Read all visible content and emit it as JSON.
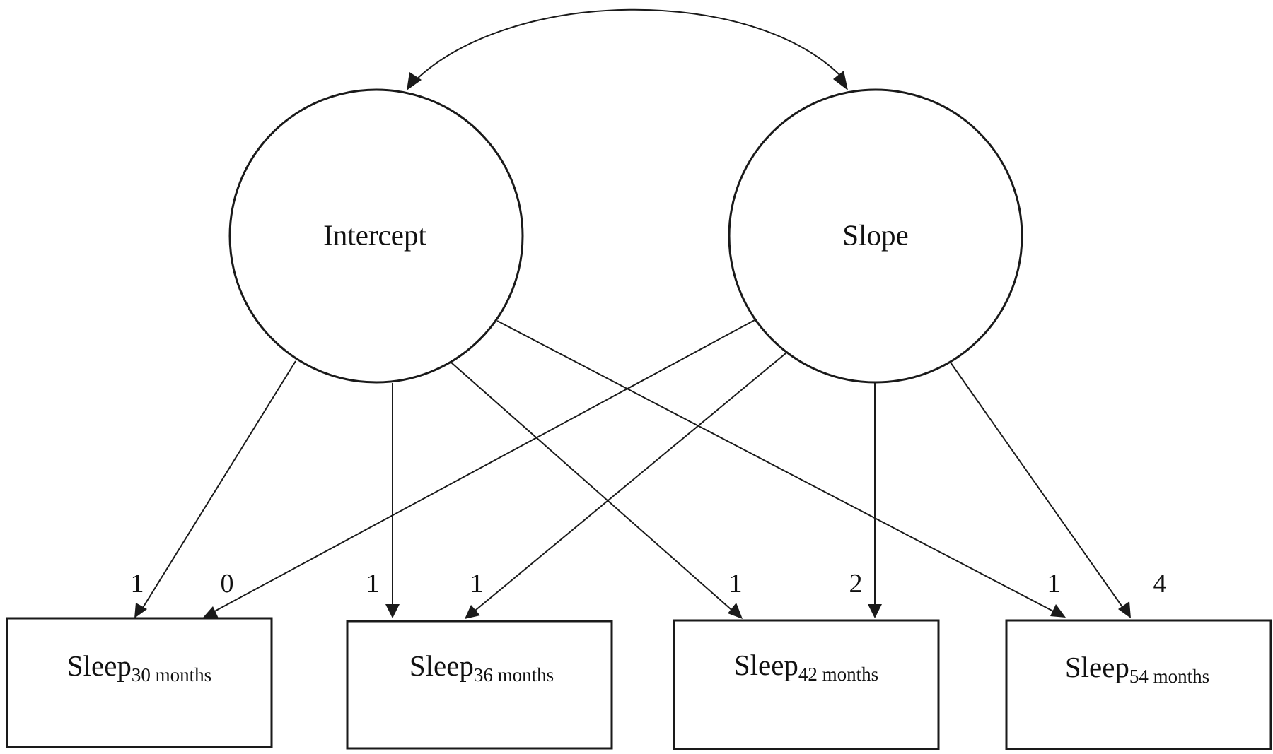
{
  "latents": [
    {
      "id": "intercept",
      "label": "Intercept"
    },
    {
      "id": "slope",
      "label": "Slope"
    }
  ],
  "observed": [
    {
      "id": "sleep30",
      "label": "Sleep",
      "subscript": "30 months"
    },
    {
      "id": "sleep36",
      "label": "Sleep",
      "subscript": "36 months"
    },
    {
      "id": "sleep42",
      "label": "Sleep",
      "subscript": "42 months"
    },
    {
      "id": "sleep54",
      "label": "Sleep",
      "subscript": "54 months"
    }
  ],
  "covariance": {
    "from": "intercept",
    "to": "slope",
    "bidirectional": true
  },
  "loadings": [
    {
      "from": "intercept",
      "to": "sleep30",
      "weight": "1"
    },
    {
      "from": "intercept",
      "to": "sleep36",
      "weight": "1"
    },
    {
      "from": "intercept",
      "to": "sleep42",
      "weight": "1"
    },
    {
      "from": "intercept",
      "to": "sleep54",
      "weight": "1"
    },
    {
      "from": "slope",
      "to": "sleep30",
      "weight": "0"
    },
    {
      "from": "slope",
      "to": "sleep36",
      "weight": "1"
    },
    {
      "from": "slope",
      "to": "sleep42",
      "weight": "2"
    },
    {
      "from": "slope",
      "to": "sleep54",
      "weight": "4"
    }
  ]
}
